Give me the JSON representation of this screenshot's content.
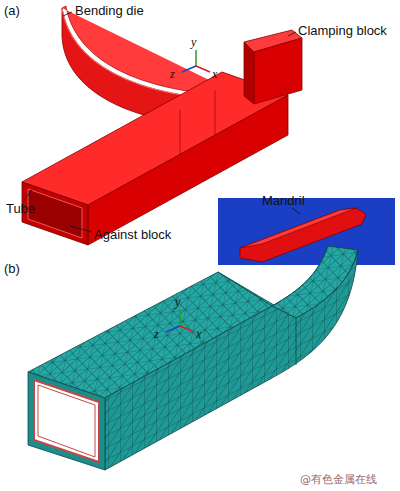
{
  "diagram": {
    "labels": [
      "(a)",
      "Bending die",
      "Clamping block",
      "y",
      "z",
      "x",
      "Tube",
      "Mandril",
      "Against block",
      "(b)",
      "y",
      "z",
      "x",
      "@有色金属在线"
    ]
  }
}
